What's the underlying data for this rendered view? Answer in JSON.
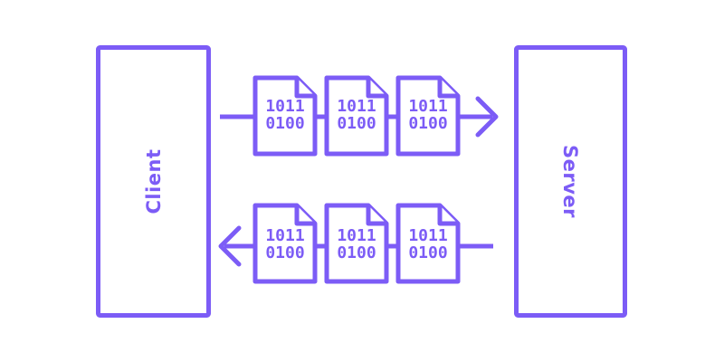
{
  "diagram": {
    "background_color": "#ffffff",
    "accent_color": "#7c5cf6",
    "client": {
      "label": "Client"
    },
    "server": {
      "label": "Server"
    },
    "packet": {
      "line1": "1011",
      "line2": "0100"
    },
    "flows": [
      {
        "name": "client-to-server",
        "direction": "right",
        "packet_count": 3
      },
      {
        "name": "server-to-client",
        "direction": "left",
        "packet_count": 3
      }
    ]
  }
}
